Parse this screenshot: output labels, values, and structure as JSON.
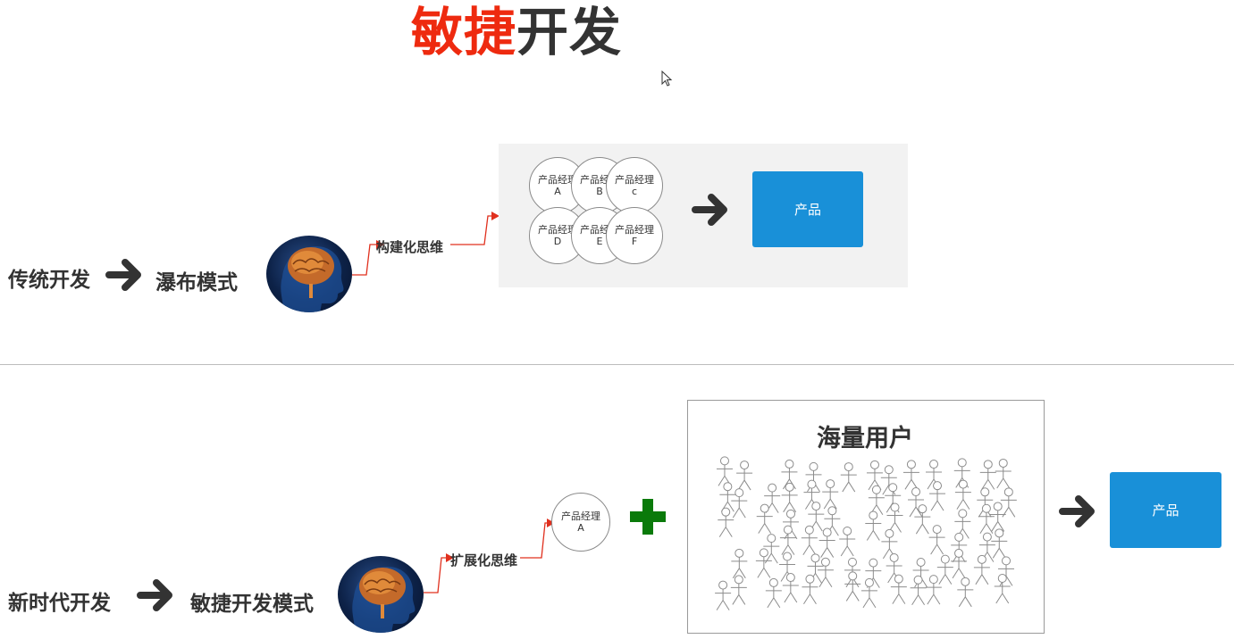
{
  "title": {
    "highlight": "敏捷",
    "rest": "开发"
  },
  "top": {
    "label_from": "传统开发",
    "label_to": "瀑布模式",
    "thinking_label": "构建化思维",
    "managers": [
      {
        "line1": "产品经理",
        "line2": "A"
      },
      {
        "line1": "产品经理",
        "line2": "B"
      },
      {
        "line1": "产品经理",
        "line2": "c"
      },
      {
        "line1": "产品经理",
        "line2": "D"
      },
      {
        "line1": "产品经理",
        "line2": "E"
      },
      {
        "line1": "产品经理",
        "line2": "F"
      }
    ],
    "product_label": "产品"
  },
  "bottom": {
    "label_from": "新时代开发",
    "label_to": "敏捷开发模式",
    "thinking_label": "扩展化思维",
    "manager": {
      "line1": "产品经理",
      "line2": "A"
    },
    "users_title": "海量用户",
    "product_label": "产品"
  },
  "colors": {
    "accent_red": "#ee2a0f",
    "product_blue": "#1990d8",
    "plus_green": "#0a7a0a",
    "text_dark": "#333333"
  }
}
